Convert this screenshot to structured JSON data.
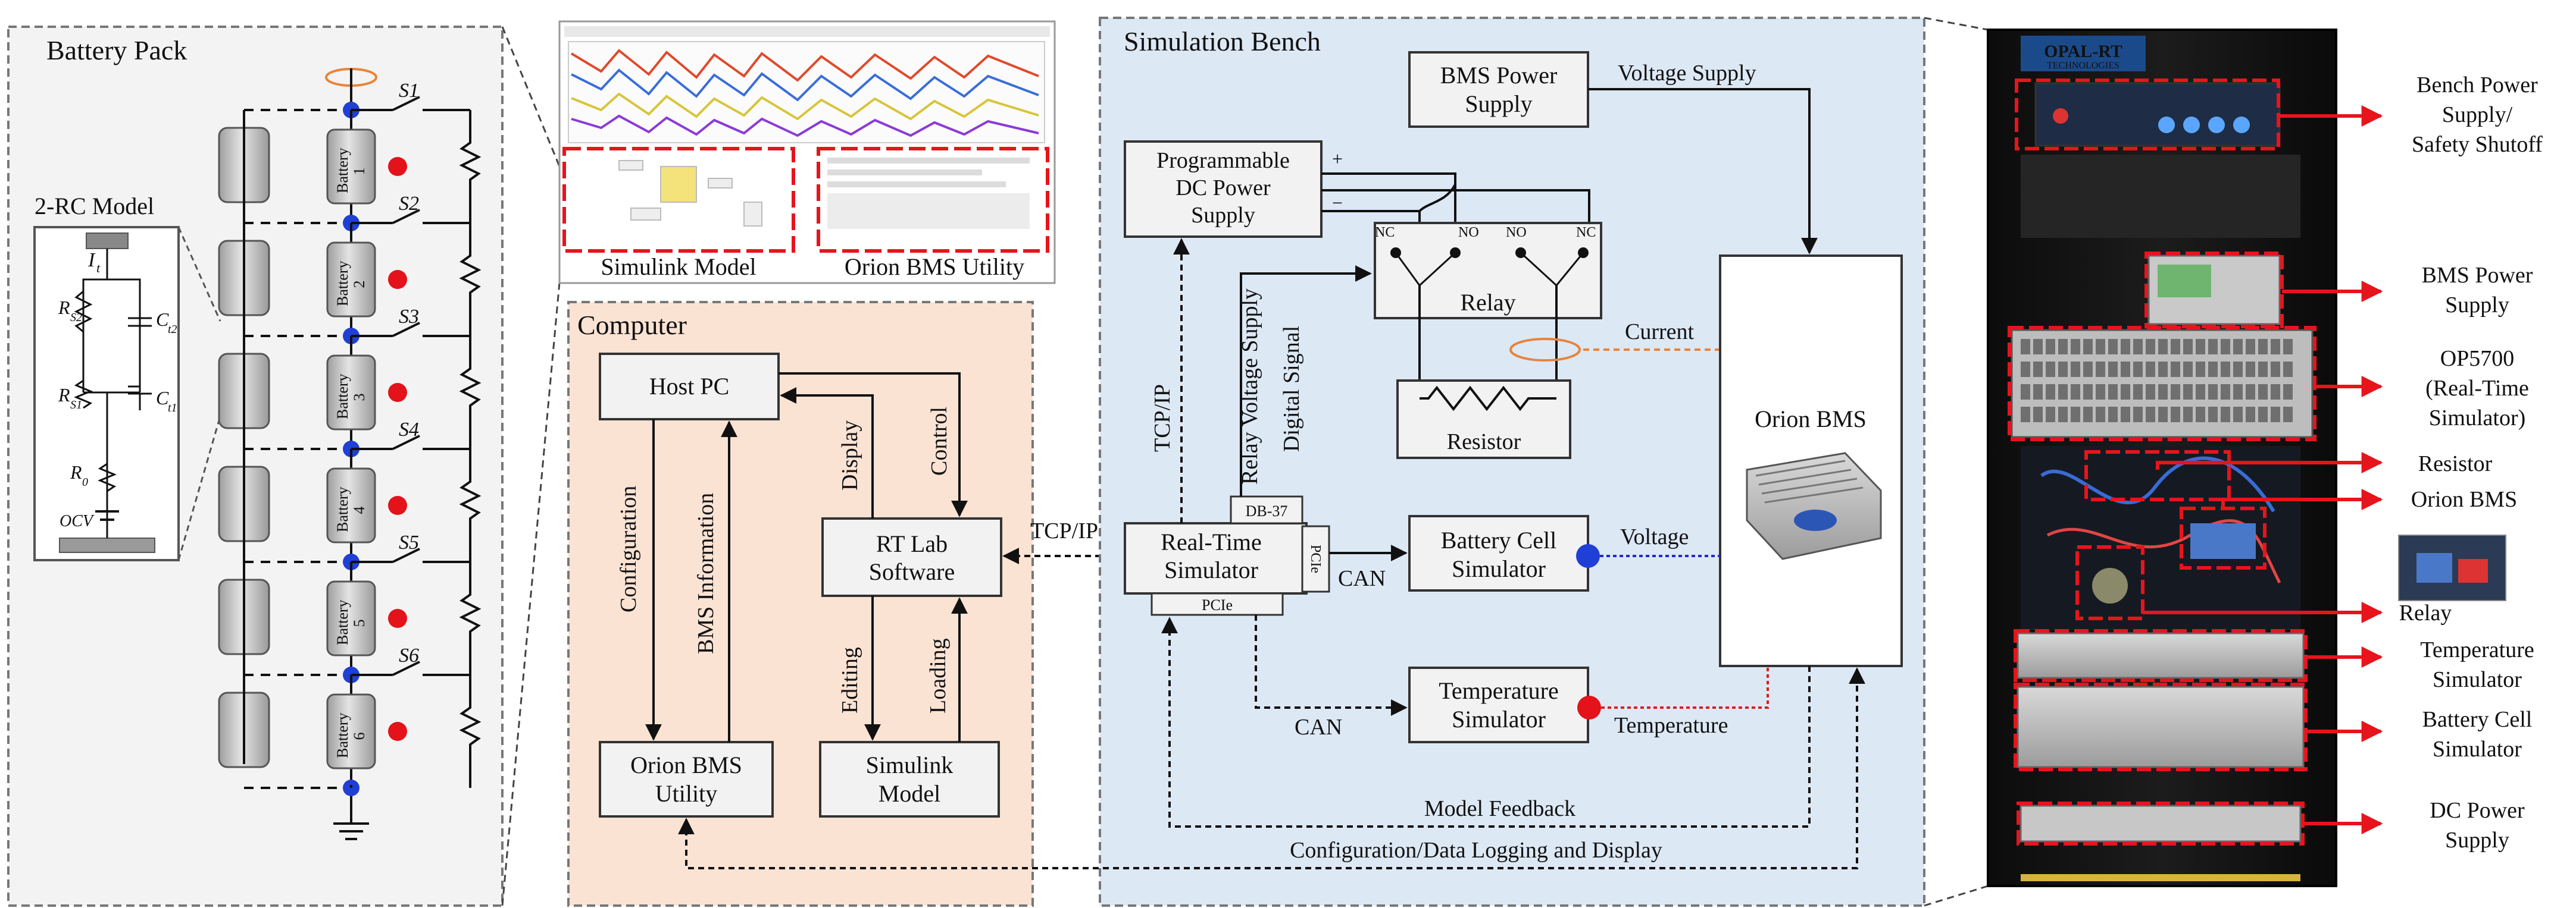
{
  "battery_pack": {
    "title": "Battery Pack",
    "rc_model": {
      "title": "2-RC Model",
      "labels": [
        "I",
        "t",
        "R",
        "S2",
        "C",
        "t2",
        "R",
        "S1",
        "C",
        "t1",
        "R",
        "0",
        "OCV"
      ]
    },
    "switches": [
      "S1",
      "S2",
      "S3",
      "S4",
      "S5",
      "S6"
    ],
    "cells": [
      {
        "label": "Battery",
        "num": "1"
      },
      {
        "label": "Battery",
        "num": "2"
      },
      {
        "label": "Battery",
        "num": "3"
      },
      {
        "label": "Battery",
        "num": "4"
      },
      {
        "label": "Battery",
        "num": "5"
      },
      {
        "label": "Battery",
        "num": "6"
      }
    ]
  },
  "screenshots": {
    "simulink_label": "Simulink Model",
    "orion_label": "Orion BMS Utility"
  },
  "computer": {
    "title": "Computer",
    "host_pc": "Host PC",
    "rt_lab": [
      "RT Lab",
      "Software"
    ],
    "orion_utility": [
      "Orion BMS",
      "Utility"
    ],
    "simulink": [
      "Simulink",
      "Model"
    ],
    "labels": {
      "configuration": "Configuration",
      "bms_information": "BMS Information",
      "display": "Display",
      "control": "Control",
      "editing": "Editing",
      "loading": "Loading"
    }
  },
  "link": {
    "tcpip_between": "TCP/IP"
  },
  "bench": {
    "title": "Simulation Bench",
    "bms_power_supply": [
      "BMS Power",
      "Supply"
    ],
    "voltage_supply": "Voltage Supply",
    "dc_power_supply": [
      "Programmable",
      "DC Power",
      "Supply"
    ],
    "plus": "+",
    "minus": "−",
    "relay": "Relay",
    "relay_contacts": [
      "NC",
      "NO",
      "NO",
      "NC"
    ],
    "resistor": "Resistor",
    "current": "Current",
    "orion_bms": "Orion BMS",
    "rts": [
      "Real-Time",
      "Simulator"
    ],
    "db37": "DB-37",
    "pcie_side": "PCIe",
    "pcie_bottom": "PCIe",
    "tcpip_vertical": "TCP/IP",
    "relay_voltage_supply": "Relay Voltage Supply",
    "digital_signal": "Digital Signal",
    "battery_cell_sim": [
      "Battery Cell",
      "Simulator"
    ],
    "voltage": "Voltage",
    "can1": "CAN",
    "temperature_sim": [
      "Temperature",
      "Simulator"
    ],
    "temperature": "Temperature",
    "can2": "CAN",
    "model_feedback": "Model Feedback",
    "config_logging": "Configuration/Data Logging and Display"
  },
  "rack": {
    "brand": "OPAL-RT",
    "brand_sub": "TECHNOLOGIES",
    "labels": {
      "bench_power": [
        "Bench Power",
        "Supply/",
        "Safety Shutoff"
      ],
      "bms_power": [
        "BMS Power",
        "Supply"
      ],
      "op5700": [
        "OP5700",
        "(Real-Time",
        "Simulator)"
      ],
      "resistor": [
        "Resistor"
      ],
      "orion_bms": [
        "Orion BMS"
      ],
      "relay": [
        "Relay"
      ],
      "temperature": [
        "Temperature",
        "Simulator"
      ],
      "battery_cell": [
        "Battery Cell",
        "Simulator"
      ],
      "dc_power": [
        "DC Power",
        "Supply"
      ]
    }
  },
  "colors": {
    "computer_fill": "#fbe3d4",
    "bench_fill": "#dde8f5",
    "pack_fill": "#f3f3f3",
    "box_fill": "#f2f2f2",
    "callout_red": "#e8141c",
    "node_blue": "#1f3fd6",
    "dot_red": "#e3121b",
    "voltage_line": "#1e2bd0",
    "temp_line": "#d9201c",
    "current_line": "#e8843a"
  }
}
